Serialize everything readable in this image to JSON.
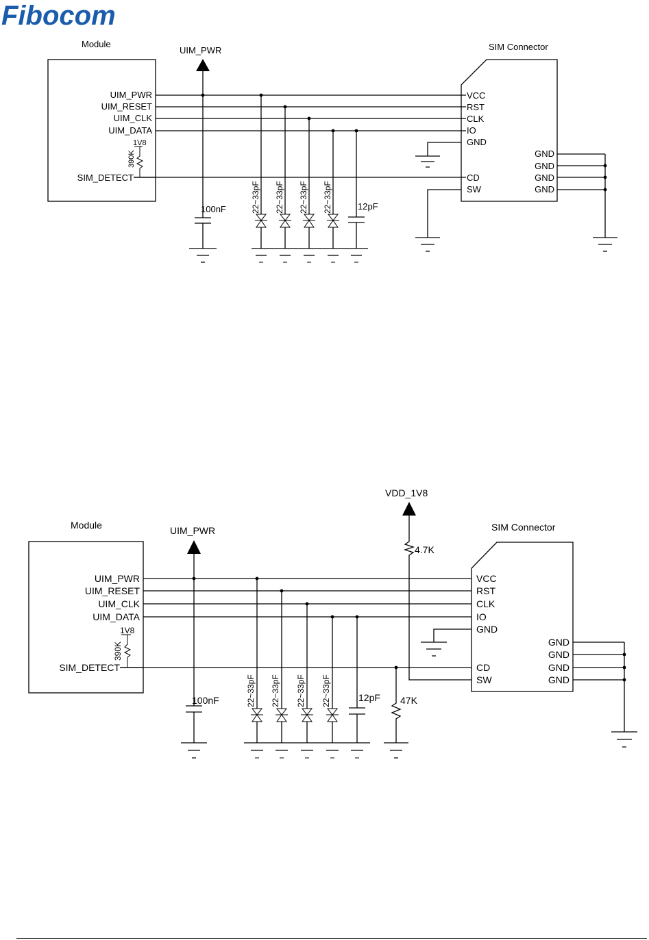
{
  "logo": {
    "text": "Fibocom",
    "color": "#1b5cad"
  },
  "diagrams": [
    {
      "module_label": "Module",
      "connector_label": "SIM Connector",
      "power_label": "UIM_PWR",
      "module_pins": [
        "UIM_PWR",
        "UIM_RESET",
        "UIM_CLK",
        "UIM_DATA"
      ],
      "detect_pin": "SIM_DETECT",
      "pullup_voltage": "1V8",
      "pullup_resistor": "390K",
      "connector_left_pins": [
        "VCC",
        "RST",
        "CLK",
        "IO",
        "GND",
        "CD",
        "SW"
      ],
      "connector_right_pins": [
        "GND",
        "GND",
        "GND",
        "GND"
      ],
      "decoupling_cap": "100nF",
      "tvs_caps": [
        "22~33pF",
        "22~33pF",
        "22~33pF",
        "22~33pF"
      ],
      "data_cap": "12pF"
    },
    {
      "module_label": "Module",
      "connector_label": "SIM Connector",
      "power_label": "UIM_PWR",
      "module_pins": [
        "UIM_PWR",
        "UIM_RESET",
        "UIM_CLK",
        "UIM_DATA"
      ],
      "detect_pin": "SIM_DETECT",
      "pullup_voltage": "1V8",
      "pullup_resistor": "390K",
      "connector_left_pins": [
        "VCC",
        "RST",
        "CLK",
        "IO",
        "GND",
        "CD",
        "SW"
      ],
      "connector_right_pins": [
        "GND",
        "GND",
        "GND",
        "GND"
      ],
      "decoupling_cap": "100nF",
      "tvs_caps": [
        "22~33pF",
        "22~33pF",
        "22~33pF",
        "22~33pF"
      ],
      "data_cap": "12pF",
      "vdd_label": "VDD_1V8",
      "sw_pullup": "4.7K",
      "cd_pulldown": "47K"
    }
  ]
}
